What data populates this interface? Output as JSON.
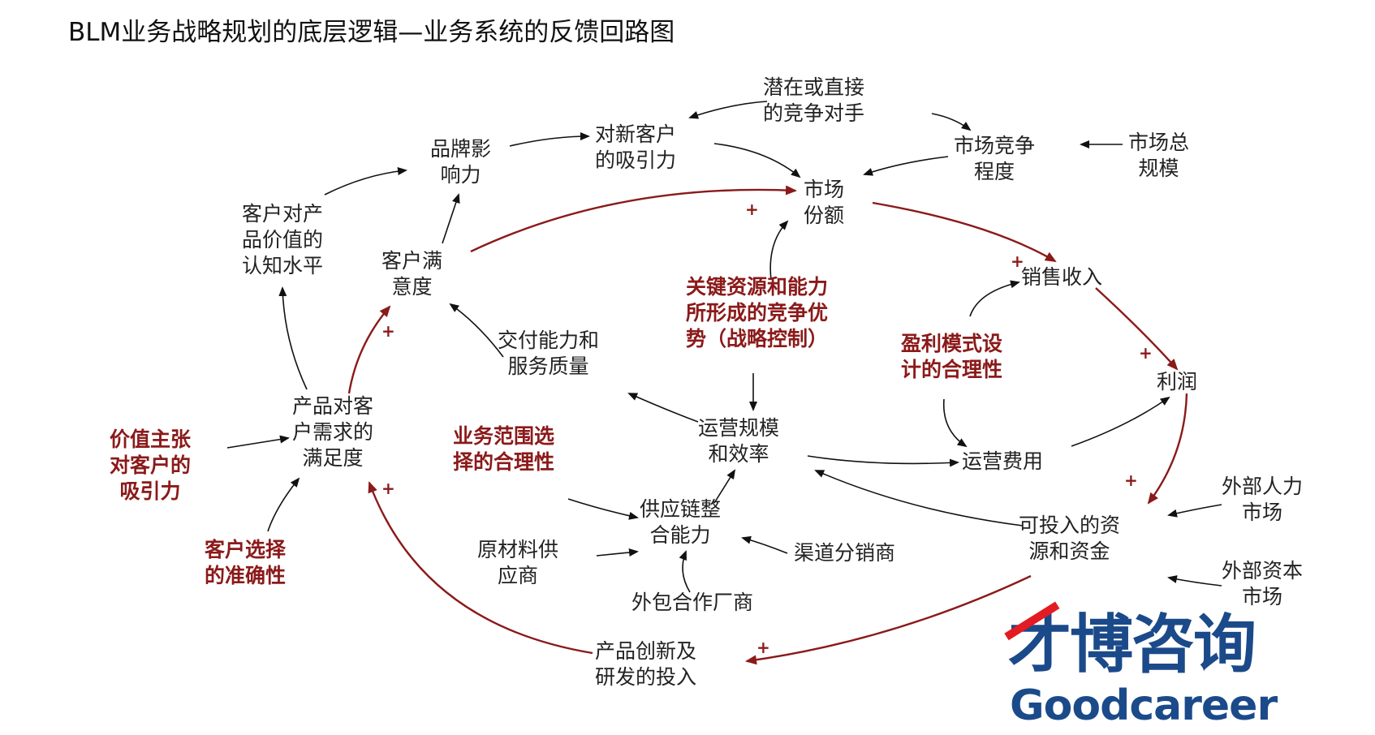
{
  "title": "BLM业务战略规划的底层逻辑—业务系统的反馈回路图",
  "nodes": {
    "potential_competitors": [
      "潜在或直接",
      "的竞争对手"
    ],
    "new_customer_attraction": [
      "对新客户",
      "的吸引力"
    ],
    "brand_influence": [
      "品牌影",
      "响力"
    ],
    "market_competition": [
      "市场竞争",
      "程度"
    ],
    "market_total_size": [
      "市场总",
      "规模"
    ],
    "market_share": [
      "市场",
      "份额"
    ],
    "customer_value_perception": [
      "客户对产",
      "品价值的",
      "认知水平"
    ],
    "customer_satisfaction": [
      "客户满",
      "意度"
    ],
    "key_resources": [
      "关键资源和能力",
      "所形成的竞争优",
      "势（战略控制）"
    ],
    "sales_revenue": [
      "销售收入"
    ],
    "profit_model": [
      "盈利模式设",
      "计的合理性"
    ],
    "profit": [
      "利润"
    ],
    "delivery_capability": [
      "交付能力和",
      "服务质量"
    ],
    "product_need_satisfaction": [
      "产品对客",
      "户需求的",
      "满足度"
    ],
    "value_proposition": [
      "价值主张",
      "对客户的",
      "吸引力"
    ],
    "business_scope": [
      "业务范围选",
      "择的合理性"
    ],
    "operation_scale": [
      "运营规模",
      "和效率"
    ],
    "operating_cost": [
      "运营费用"
    ],
    "external_hr_market": [
      "外部人力",
      "市场"
    ],
    "supply_chain": [
      "供应链整",
      "合能力"
    ],
    "raw_material_supplier": [
      "原材料供",
      "应商"
    ],
    "channel_distributor": [
      "渠道分销商"
    ],
    "investable_resources": [
      "可投入的资",
      "源和资金"
    ],
    "external_capital_market": [
      "外部资本",
      "市场"
    ],
    "customer_selection": [
      "客户选择",
      "的准确性"
    ],
    "outsourcing_partner": [
      "外包合作厂商"
    ],
    "product_innovation": [
      "产品创新及",
      "研发的投入"
    ]
  },
  "plus_sign": "+",
  "logo": {
    "cn": "才博咨询",
    "en": "Goodcareer"
  },
  "colors": {
    "red_arrow": "#8b1a1a",
    "black_arrow": "#111111",
    "logo_blue": "#1b4a8a",
    "logo_red": "#e31b23"
  }
}
